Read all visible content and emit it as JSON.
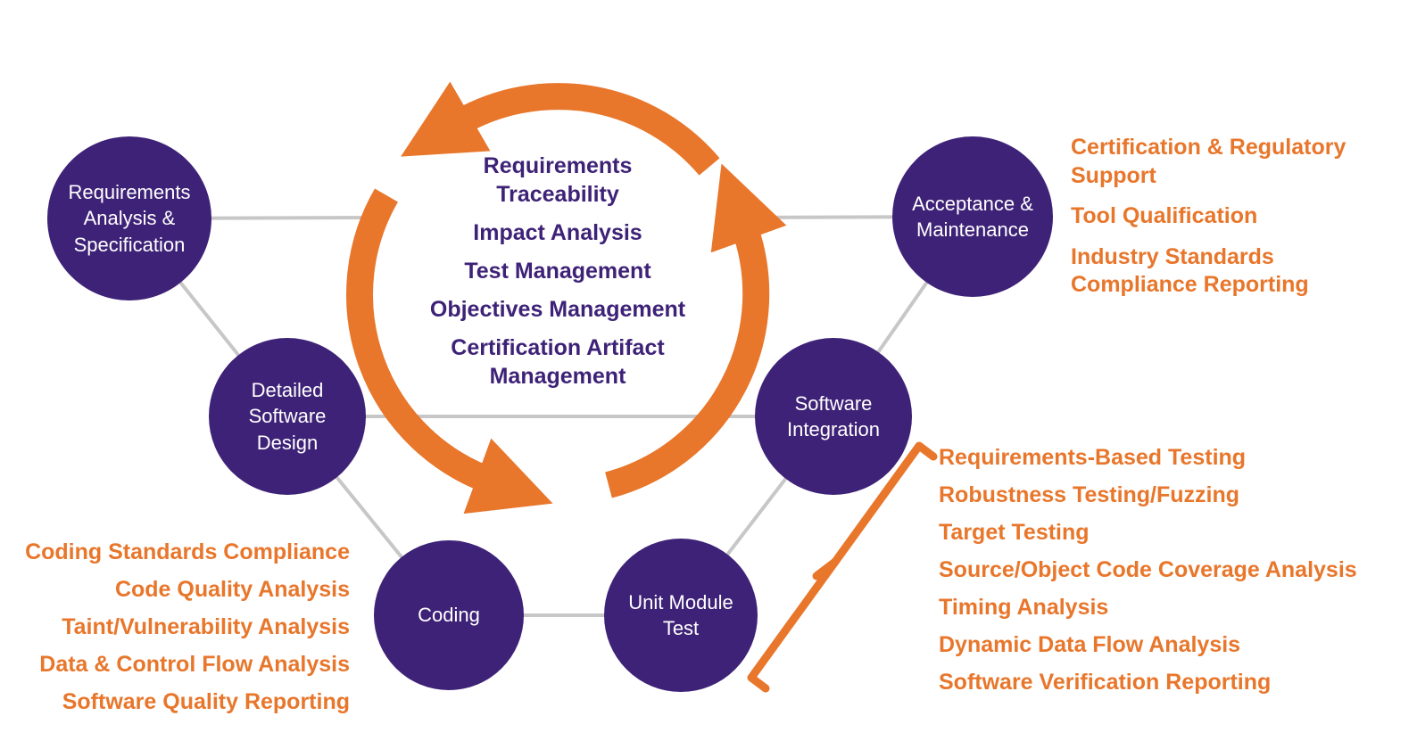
{
  "colors": {
    "node_fill": "#3E2277",
    "node_text": "#FFFFFF",
    "center_text": "#3E2277",
    "accent_orange": "#E8762B",
    "connector_gray": "#C7C7C7",
    "background": "#FFFFFF"
  },
  "nodes": [
    {
      "id": "requirements-analysis-specification",
      "label": "Requirements\nAnalysis &\nSpecification"
    },
    {
      "id": "detailed-software-design",
      "label": "Detailed\nSoftware\nDesign"
    },
    {
      "id": "coding",
      "label": "Coding"
    },
    {
      "id": "unit-module-test",
      "label": "Unit Module\nTest"
    },
    {
      "id": "software-integration",
      "label": "Software\nIntegration"
    },
    {
      "id": "acceptance-maintenance",
      "label": "Acceptance &\nMaintenance"
    }
  ],
  "center_capabilities": {
    "items": [
      "Requirements Traceability",
      "Impact Analysis",
      "Test Management",
      "Objectives Management",
      "Certification Artifact Management"
    ]
  },
  "acceptance_capabilities": {
    "items": [
      "Certification & Regulatory Support",
      "Tool Qualification",
      "Industry Standards Compliance Reporting"
    ]
  },
  "coding_capabilities": {
    "items": [
      "Coding Standards Compliance",
      "Code Quality Analysis",
      "Taint/Vulnerability Analysis",
      "Data & Control Flow Analysis",
      "Software Quality Reporting"
    ]
  },
  "verification_capabilities": {
    "items": [
      "Requirements-Based Testing",
      "Robustness Testing/Fuzzing",
      "Target Testing",
      "Source/Object Code Coverage Analysis",
      "Timing Analysis",
      "Dynamic Data Flow Analysis",
      "Software Verification Reporting"
    ]
  }
}
